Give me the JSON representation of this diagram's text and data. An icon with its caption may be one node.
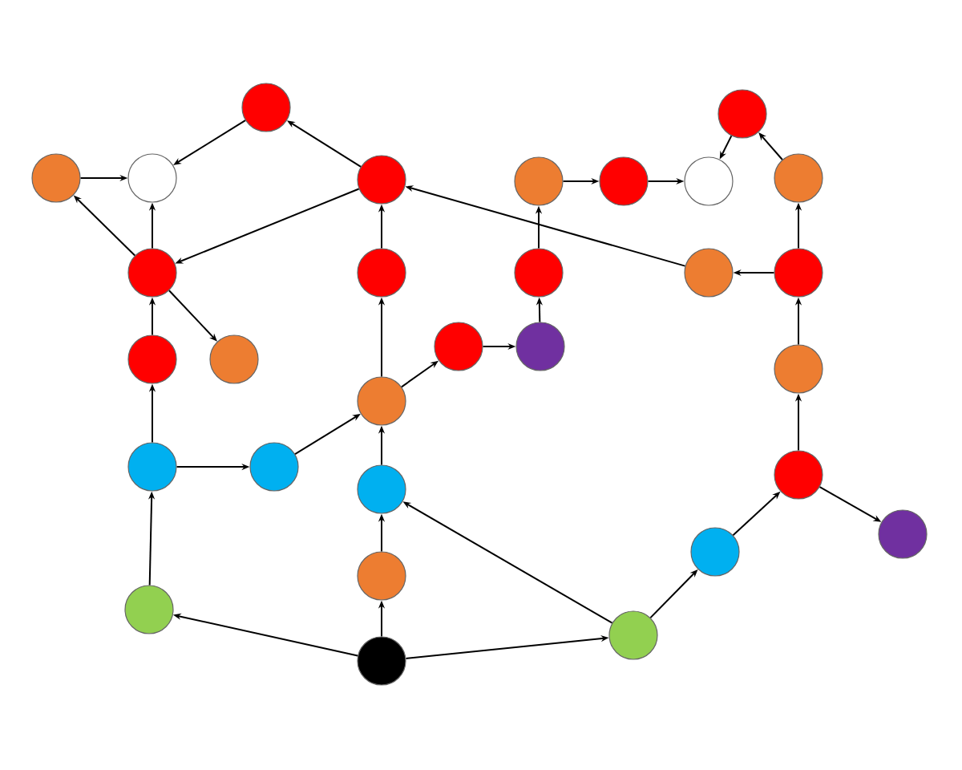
{
  "diagram": {
    "nodes": [
      {
        "text": [],
        "shape": "circle"
      },
      {
        "text": [],
        "shape": "circle"
      },
      {
        "text": [],
        "shape": "circle"
      },
      {
        "text": [],
        "shape": "circle"
      },
      {
        "text": [],
        "shape": "circle"
      },
      {
        "text": [],
        "shape": "circle"
      },
      {
        "text": [],
        "shape": "circle"
      },
      {
        "text": [],
        "shape": "circle"
      },
      {
        "text": [],
        "shape": "circle"
      },
      {
        "text": [],
        "shape": "circle"
      },
      {
        "text": [],
        "shape": "circle"
      },
      {
        "text": [],
        "shape": "circle"
      },
      {
        "text": [],
        "shape": "circle"
      },
      {
        "text": [],
        "shape": "circle"
      },
      {
        "text": [],
        "shape": "circle"
      },
      {
        "text": [],
        "shape": "circle"
      },
      {
        "text": [],
        "shape": "circle"
      },
      {
        "text": [],
        "shape": "circle"
      },
      {
        "text": [],
        "shape": "circle"
      },
      {
        "text": [],
        "shape": "circle"
      },
      {
        "text": [],
        "shape": "circle"
      },
      {
        "text": [],
        "shape": "circle"
      },
      {
        "text": [],
        "shape": "circle"
      },
      {
        "text": [],
        "shape": "circle"
      },
      {
        "text": [],
        "shape": "circle"
      },
      {
        "text": [],
        "shape": "circle"
      },
      {
        "text": [],
        "shape": "circle"
      },
      {
        "text": [],
        "shape": "circle"
      },
      {
        "text": [],
        "shape": "circle"
      },
      {
        "text": [],
        "shape": "circle"
      }
    ],
    "edges": [
      {
        "from": 0,
        "to": 2,
        "arrow": "to"
      },
      {
        "from": 3,
        "to": 0,
        "arrow": "to"
      },
      {
        "from": 1,
        "to": 2,
        "arrow": "to"
      },
      {
        "from": 9,
        "to": 1,
        "arrow": "to"
      },
      {
        "from": 9,
        "to": 2,
        "arrow": "to"
      },
      {
        "from": 3,
        "to": 9,
        "arrow": "to"
      },
      {
        "from": 9,
        "to": 15,
        "arrow": "to"
      },
      {
        "from": 14,
        "to": 9,
        "arrow": "to"
      },
      {
        "from": 10,
        "to": 3,
        "arrow": "to"
      },
      {
        "from": 12,
        "to": 3,
        "arrow": "to"
      },
      {
        "from": 18,
        "to": 10,
        "arrow": "to"
      },
      {
        "from": 18,
        "to": 16,
        "arrow": "to"
      },
      {
        "from": 16,
        "to": 17,
        "arrow": "to"
      },
      {
        "from": 17,
        "to": 11,
        "arrow": "to"
      },
      {
        "from": 11,
        "to": 4,
        "arrow": "to"
      },
      {
        "from": 4,
        "to": 5,
        "arrow": "to"
      },
      {
        "from": 5,
        "to": 6,
        "arrow": "to"
      },
      {
        "from": 7,
        "to": 6,
        "arrow": "to"
      },
      {
        "from": 8,
        "to": 7,
        "arrow": "to"
      },
      {
        "from": 13,
        "to": 8,
        "arrow": "to"
      },
      {
        "from": 13,
        "to": 12,
        "arrow": "to"
      },
      {
        "from": 19,
        "to": 13,
        "arrow": "to"
      },
      {
        "from": 23,
        "to": 19,
        "arrow": "to"
      },
      {
        "from": 23,
        "to": 24,
        "arrow": "to"
      },
      {
        "from": 25,
        "to": 23,
        "arrow": "to"
      },
      {
        "from": 28,
        "to": 25,
        "arrow": "to"
      },
      {
        "from": 28,
        "to": 22,
        "arrow": "to"
      },
      {
        "from": 29,
        "to": 28,
        "arrow": "to"
      },
      {
        "from": 29,
        "to": 27,
        "arrow": "to"
      },
      {
        "from": 29,
        "to": 26,
        "arrow": "to"
      },
      {
        "from": 26,
        "to": 22,
        "arrow": "to"
      },
      {
        "from": 22,
        "to": 18,
        "arrow": "to"
      },
      {
        "from": 21,
        "to": 18,
        "arrow": "to"
      },
      {
        "from": 20,
        "to": 21,
        "arrow": "to"
      },
      {
        "from": 27,
        "to": 20,
        "arrow": "to"
      },
      {
        "from": 20,
        "to": 14,
        "arrow": "to"
      }
    ]
  }
}
